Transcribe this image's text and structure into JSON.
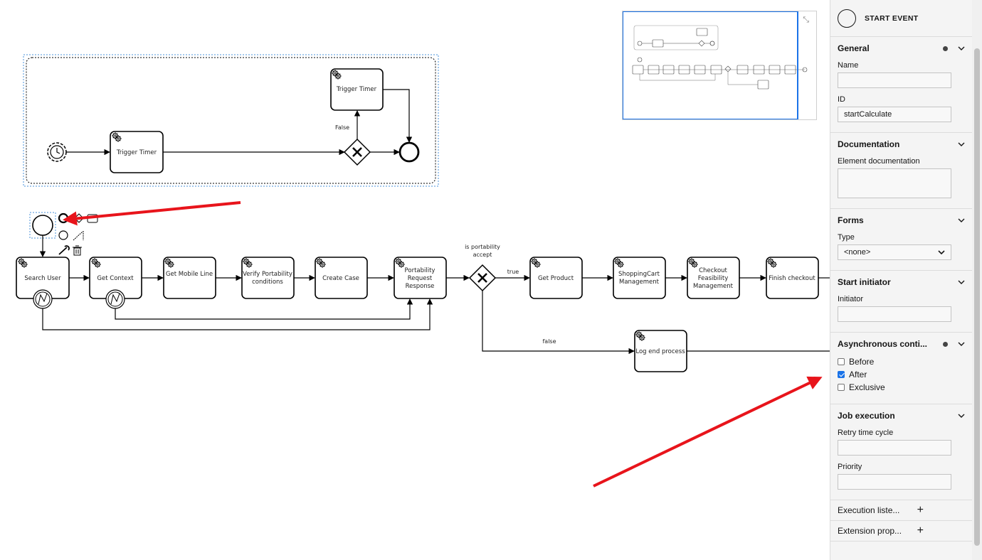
{
  "diagram": {
    "subprocess": {
      "tasks": [
        {
          "id": "sub-trigger-timer-1",
          "label": "Trigger Timer"
        },
        {
          "id": "sub-trigger-timer-2",
          "label": "Trigger Timer"
        }
      ],
      "flow_labels": {
        "false": "False"
      }
    },
    "main": {
      "tasks": [
        {
          "label_lines": [
            "Search User"
          ]
        },
        {
          "label_lines": [
            "Get Context"
          ]
        },
        {
          "label_lines": [
            "Get Mobile Line"
          ]
        },
        {
          "label_lines": [
            "Verify Portability",
            "conditions"
          ]
        },
        {
          "label_lines": [
            "Create Case"
          ]
        },
        {
          "label_lines": [
            "Portability",
            "Request",
            "Response"
          ]
        },
        {
          "label_lines": [
            "Get Product"
          ]
        },
        {
          "label_lines": [
            "ShoppingCart",
            "Management"
          ]
        },
        {
          "label_lines": [
            "Checkout",
            "Feasibility",
            "Management"
          ]
        },
        {
          "label_lines": [
            "Finish checkout"
          ]
        },
        {
          "label_lines": [
            "Log end process"
          ]
        }
      ],
      "gateway_label_lines": [
        "is portability",
        "accept"
      ],
      "flow_labels": {
        "true": "true",
        "false": "false"
      }
    },
    "colors": {
      "annotation_arrow": "#e8141b",
      "selection": "#4a90d9",
      "accent": "#1a73e8"
    }
  },
  "panel": {
    "header_title": "START EVENT",
    "groups": {
      "general": {
        "title": "General",
        "name_label": "Name",
        "name_value": "",
        "id_label": "ID",
        "id_value": "startCalculate"
      },
      "documentation": {
        "title": "Documentation",
        "field_label": "Element documentation",
        "value": ""
      },
      "forms": {
        "title": "Forms",
        "type_label": "Type",
        "type_value": "<none>"
      },
      "start_initiator": {
        "title": "Start initiator",
        "initiator_label": "Initiator",
        "initiator_value": ""
      },
      "async": {
        "title": "Asynchronous conti...",
        "before": "Before",
        "after": "After",
        "exclusive": "Exclusive",
        "before_checked": false,
        "after_checked": true,
        "exclusive_checked": false
      },
      "job": {
        "title": "Job execution",
        "retry_label": "Retry time cycle",
        "retry_value": "",
        "priority_label": "Priority",
        "priority_value": ""
      },
      "listeners": {
        "title": "Execution liste..."
      },
      "extension": {
        "title": "Extension prop..."
      }
    }
  }
}
